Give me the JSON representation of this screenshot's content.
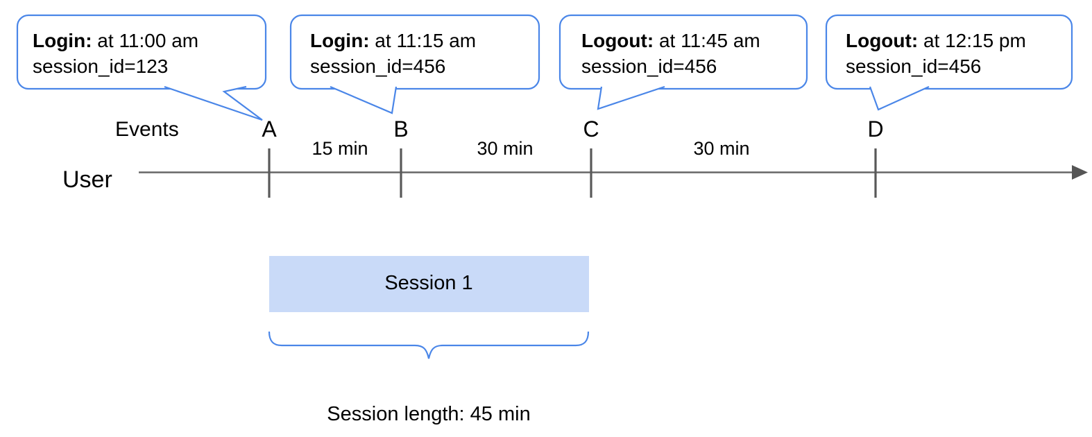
{
  "colors": {
    "accent_blue": "#4a86e8",
    "session_fill": "#c9daf8",
    "timeline_gray": "#666666",
    "tick_gray": "#595959",
    "arrow_gray": "#555555",
    "text_black": "#000000",
    "background": "#ffffff"
  },
  "callouts": [
    {
      "title": "Login:",
      "detail": " at 11:00 am",
      "line2": "session_id=123"
    },
    {
      "title": "Login:",
      "detail": " at 11:15 am",
      "line2": "session_id=456"
    },
    {
      "title": "Logout:",
      "detail": " at 11:45 am",
      "line2": "session_id=456"
    },
    {
      "title": "Logout:",
      "detail": " at 12:15 pm",
      "line2": "session_id=456"
    }
  ],
  "timeline": {
    "events_label": "Events",
    "user_label": "User",
    "tick_labels": [
      "A",
      "B",
      "C",
      "D"
    ],
    "intervals": [
      "15 min",
      "30 min",
      "30 min"
    ]
  },
  "session": {
    "label": "Session 1",
    "length_label": "Session length: 45 min"
  }
}
